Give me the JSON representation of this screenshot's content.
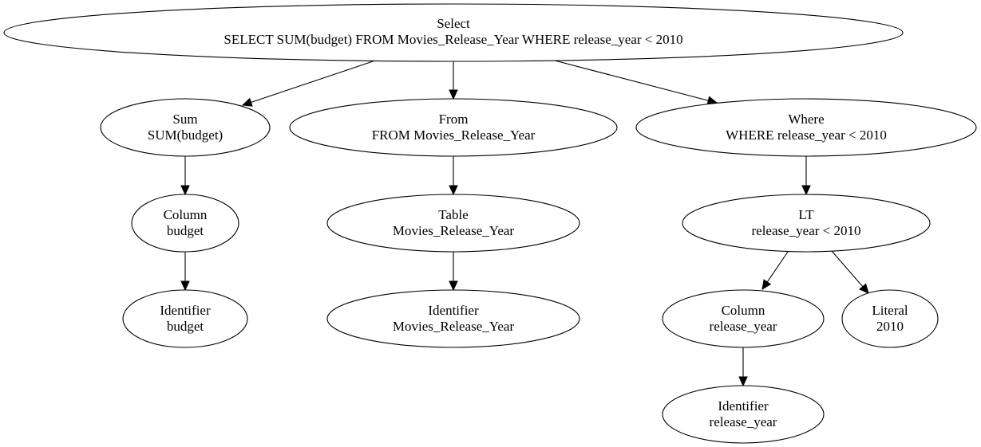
{
  "nodes": {
    "select": {
      "type": "Select",
      "text": "SELECT SUM(budget) FROM Movies_Release_Year WHERE release_year < 2010"
    },
    "sum": {
      "type": "Sum",
      "text": "SUM(budget)"
    },
    "from": {
      "type": "From",
      "text": "FROM Movies_Release_Year"
    },
    "where": {
      "type": "Where",
      "text": "WHERE release_year < 2010"
    },
    "column_budget": {
      "type": "Column",
      "text": "budget"
    },
    "table": {
      "type": "Table",
      "text": "Movies_Release_Year"
    },
    "lt": {
      "type": "LT",
      "text": "release_year < 2010"
    },
    "identifier_budget": {
      "type": "Identifier",
      "text": "budget"
    },
    "identifier_table": {
      "type": "Identifier",
      "text": "Movies_Release_Year"
    },
    "column_release": {
      "type": "Column",
      "text": "release_year"
    },
    "literal": {
      "type": "Literal",
      "text": "2010"
    },
    "identifier_release": {
      "type": "Identifier",
      "text": "release_year"
    }
  },
  "edges": [
    {
      "from": "select",
      "to": "sum"
    },
    {
      "from": "select",
      "to": "from"
    },
    {
      "from": "select",
      "to": "where"
    },
    {
      "from": "sum",
      "to": "column_budget"
    },
    {
      "from": "column_budget",
      "to": "identifier_budget"
    },
    {
      "from": "from",
      "to": "table"
    },
    {
      "from": "table",
      "to": "identifier_table"
    },
    {
      "from": "where",
      "to": "lt"
    },
    {
      "from": "lt",
      "to": "column_release"
    },
    {
      "from": "lt",
      "to": "literal"
    },
    {
      "from": "column_release",
      "to": "identifier_release"
    }
  ]
}
